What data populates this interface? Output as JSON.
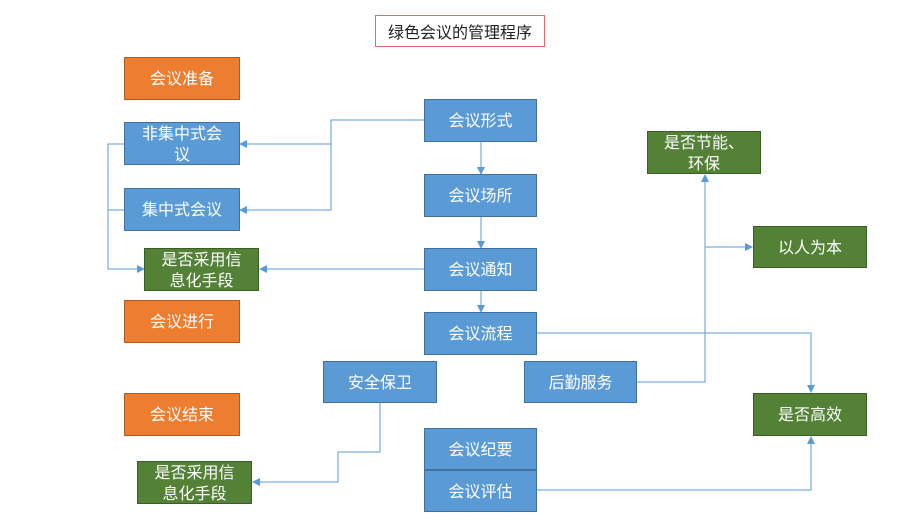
{
  "diagram": {
    "title": "绿色会议的管理程序",
    "nodes": {
      "prep": "会议准备",
      "in_progress": "会议进行",
      "end": "会议结束",
      "non_centralized": "非集中式会议",
      "centralized": "集中式会议",
      "info_tech_1": "是否采用信息化手段",
      "info_tech_2": "是否采用信息化手段",
      "format": "会议形式",
      "venue": "会议场所",
      "notice": "会议通知",
      "process": "会议流程",
      "security": "安全保卫",
      "logistics": "后勤服务",
      "minutes": "会议纪要",
      "evaluation": "会议评估",
      "energy_saving": "是否节能、环保",
      "people_oriented": "以人为本",
      "efficient": "是否高效"
    },
    "colors": {
      "process_box": "#5b9bd5",
      "phase_box": "#ed7d31",
      "criteria_box": "#538135",
      "connector": "#5b9bd5",
      "title_border": "#e26b6b"
    }
  }
}
